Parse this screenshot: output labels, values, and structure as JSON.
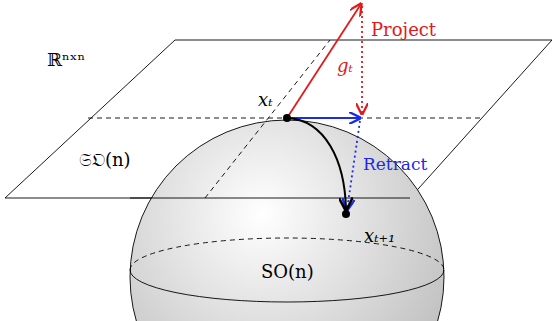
{
  "diagram": {
    "nodes": [
      {
        "text": [
          "𝔖𝔒(n)"
        ]
      },
      {
        "text": [
          "SO(n)"
        ]
      }
    ],
    "labels": [
      "ℝⁿˣⁿ",
      "xₜ",
      "gₜ",
      "Project",
      "Retract",
      "xₜ₊₁"
    ]
  }
}
